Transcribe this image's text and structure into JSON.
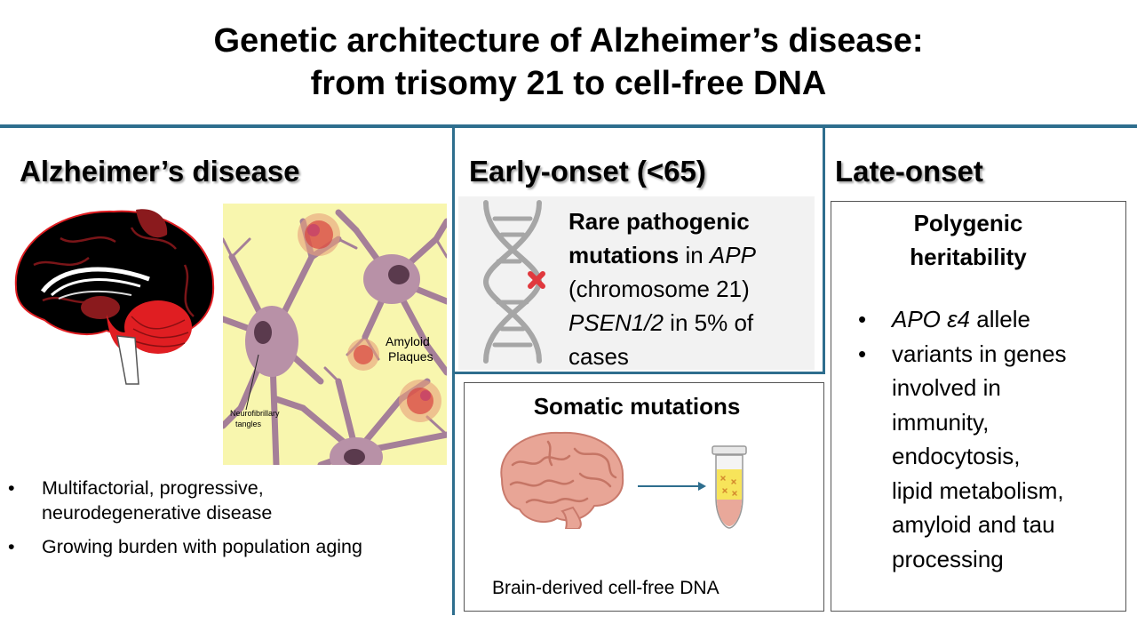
{
  "title": {
    "line1": "Genetic architecture of Alzheimer’s disease:",
    "line2": "from trisomy 21 to cell-free DNA"
  },
  "left": {
    "heading": "Alzheimer’s disease",
    "illustration": {
      "plaques_label_1": "Amyloid",
      "plaques_label_2": "Plaques",
      "tangles_label_1": "Neurofibrillary",
      "tangles_label_2": "tangles"
    },
    "bullets": [
      {
        "line1": "Multifactorial, progressive,",
        "line2": "neurodegenerative disease"
      },
      {
        "line1": "Growing burden with population aging"
      }
    ]
  },
  "middle": {
    "heading": "Early-onset (<65)",
    "rare": {
      "bold1": "Rare pathogenic",
      "bold2": "mutations",
      "in": " in ",
      "gene1": "APP",
      "chrom": "(chromosome 21)",
      "gene2": "PSEN1/2",
      "pct": " in 5% of",
      "cases": "cases"
    },
    "somatic": {
      "title": "Somatic mutations",
      "caption": "Brain-derived cell-free DNA"
    }
  },
  "right": {
    "heading": "Late-onset",
    "box_title_1": "Polygenic",
    "box_title_2": "heritability",
    "bullet1_gene": "APO ε4",
    "bullet1_rest": " allele",
    "bullet2_lines": [
      "variants in genes",
      "involved in",
      "immunity,",
      "endocytosis,",
      "lipid metabolism,",
      "amyloid and tau",
      "processing"
    ]
  },
  "colors": {
    "divider": "#2e6e8e",
    "mutation_mark": "#e0393e",
    "brain_red": "#e01e22",
    "neuron_bg": "#f8f6ae",
    "neuron": "#a57f98"
  }
}
